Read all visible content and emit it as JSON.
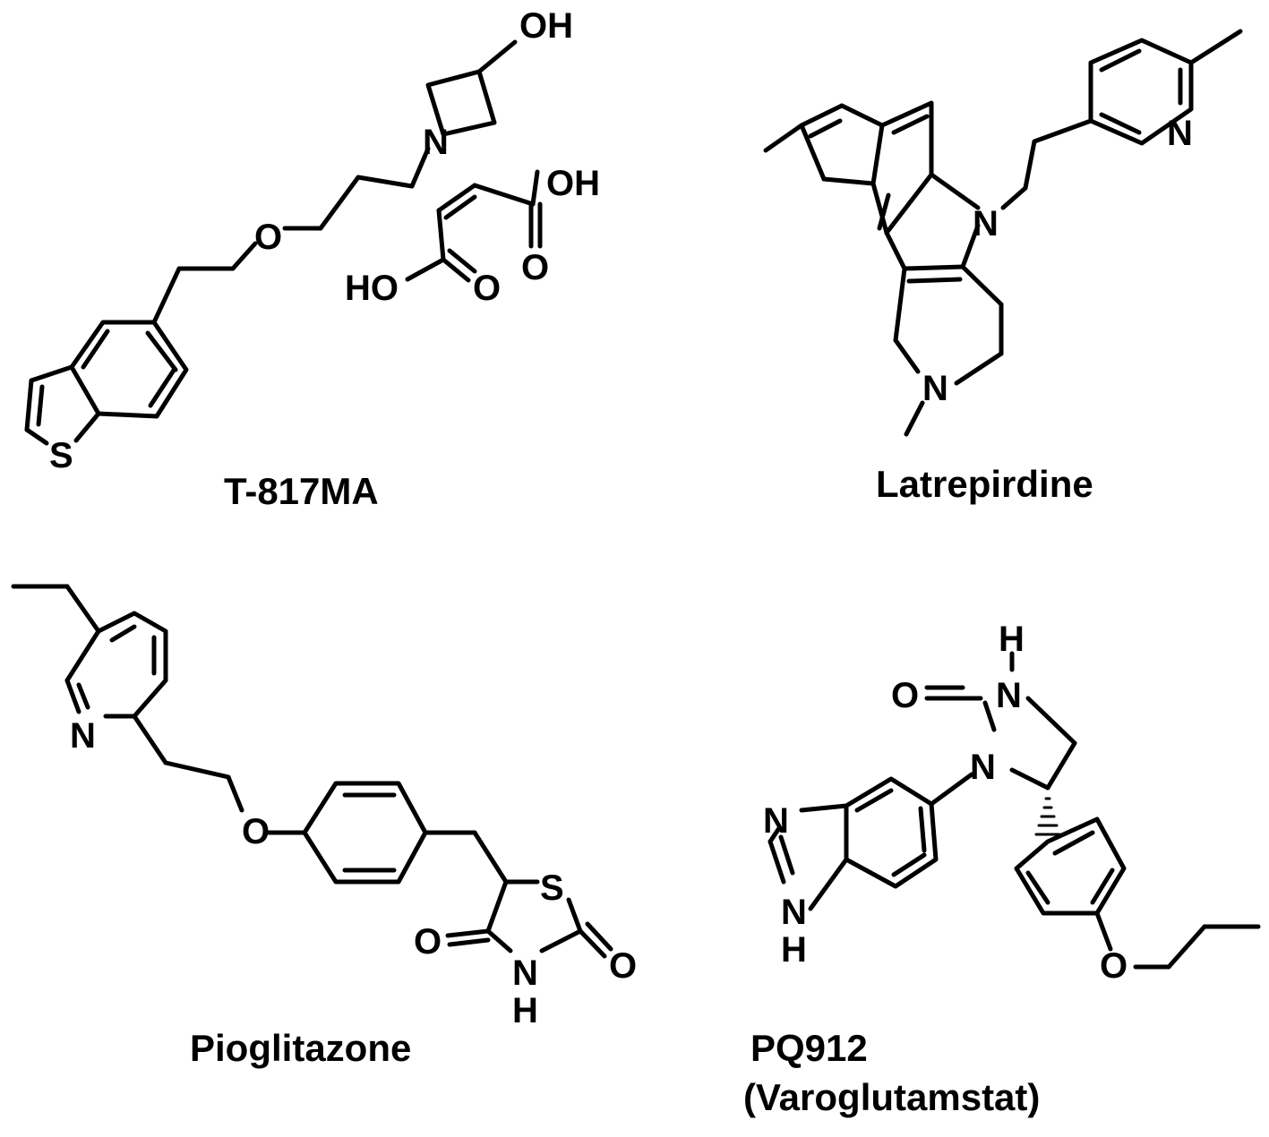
{
  "compounds": [
    {
      "name": "T-817MA",
      "atoms": {
        "oh_top": "OH",
        "n": "N",
        "oh_acid_right": "OH",
        "o_ether": "O",
        "ho_acid_left": "HO",
        "o_carbonyl_1": "O",
        "o_carbonyl_2": "O",
        "s": "S"
      }
    },
    {
      "name": "Latrepirdine",
      "atoms": {
        "n_pyridine": "N",
        "n_indole": "N",
        "n_piperidine": "N"
      }
    },
    {
      "name": "Pioglitazone",
      "atoms": {
        "n_pyridine": "N",
        "o_ether": "O",
        "s": "S",
        "o_left": "O",
        "nh_n": "N",
        "nh_h": "H",
        "o_right": "O"
      }
    },
    {
      "name_line1": "PQ912",
      "name_line2": "(Varoglutamstat)",
      "atoms": {
        "h_top": "H",
        "o_urea": "O",
        "n_top": "N",
        "n_mid": "N",
        "n_benzimidazole": "N",
        "nh_n": "N",
        "nh_h": "H",
        "o_ether": "O"
      }
    }
  ]
}
